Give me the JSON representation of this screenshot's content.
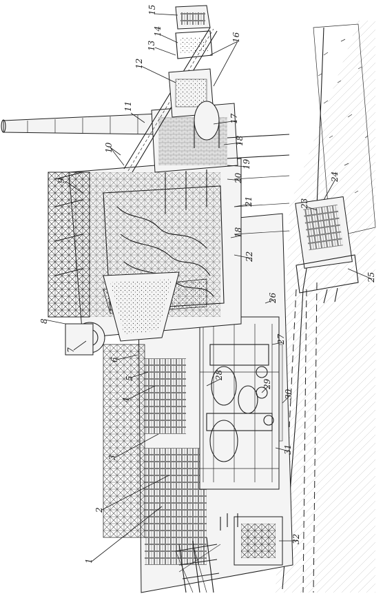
{
  "figure": {
    "labels": [
      "1",
      "2",
      "3",
      "4",
      "5",
      "6",
      "7",
      "8",
      "9",
      "10",
      "11",
      "12",
      "13",
      "14",
      "15",
      "16",
      "17",
      "18",
      "18",
      "19",
      "20",
      "21",
      "22",
      "23",
      "24",
      "25",
      "26",
      "27",
      "28",
      "29",
      "30",
      "31",
      "32"
    ],
    "colors": {
      "ink": "#1c1c1c",
      "paper": "#ffffff"
    }
  }
}
